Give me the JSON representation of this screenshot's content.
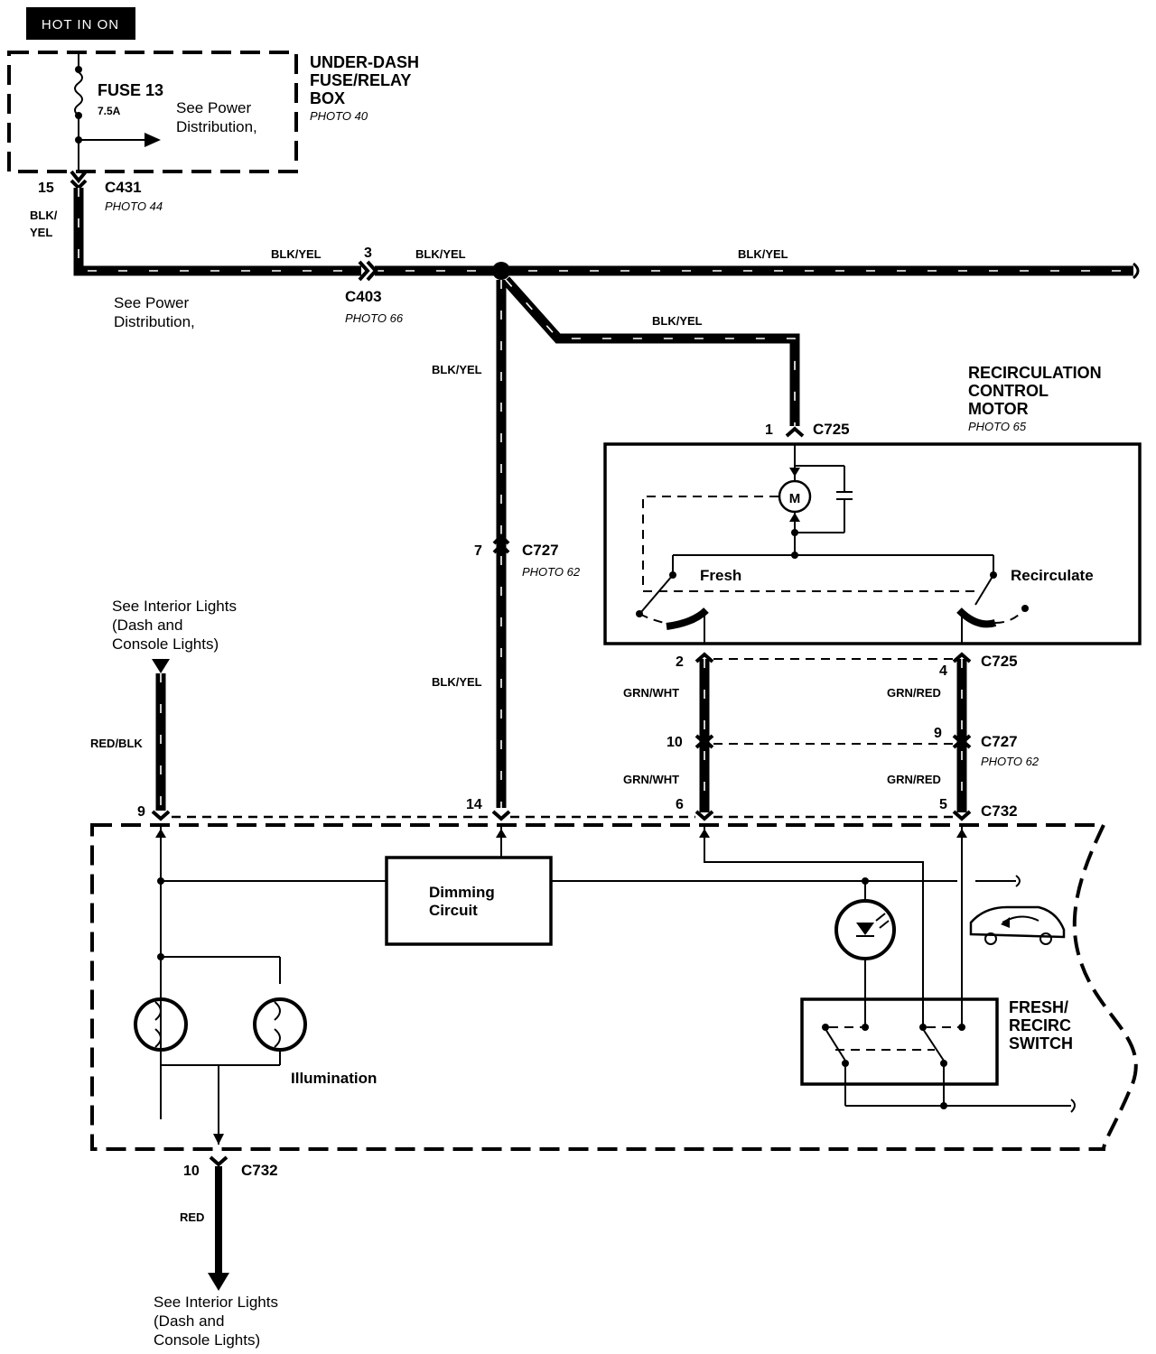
{
  "badge": "HOT IN ON",
  "fuse_box": {
    "title_lines": [
      "UNDER-DASH",
      "FUSE/RELAY",
      "BOX"
    ],
    "photo": "PHOTO 40",
    "fuse_name": "FUSE 13",
    "fuse_rating": "7.5A",
    "ref_lines": [
      "See Power",
      "Distribution,"
    ]
  },
  "connectors": {
    "c431": {
      "name": "C431",
      "photo": "PHOTO 44",
      "pin": "15"
    },
    "c403": {
      "name": "C403",
      "photo": "PHOTO 66",
      "pin": "3"
    },
    "c725_top": {
      "name": "C725",
      "pin": "1"
    },
    "c727_left": {
      "name": "C727",
      "photo": "PHOTO 62",
      "pin": "7"
    },
    "c725_bottom": {
      "name": "C725",
      "pin_left": "2",
      "pin_right": "4"
    },
    "c727_right": {
      "name": "C727",
      "photo": "PHOTO 62",
      "pin_left": "10",
      "pin_right": "9"
    },
    "c732_top": {
      "name": "C732",
      "pins": [
        "9",
        "14",
        "6",
        "5"
      ]
    },
    "c732_bottom": {
      "name": "C732",
      "pin": "10"
    }
  },
  "wires": {
    "blk_yel_vertical": "BLK/",
    "blk_yel_vertical_2": "YEL",
    "blk_yel": "BLK/YEL",
    "red_blk": "RED/BLK",
    "grn_wht": "GRN/WHT",
    "grn_red": "GRN/RED",
    "red": "RED"
  },
  "refs": {
    "power_dist_lines": [
      "See Power",
      "Distribution,"
    ],
    "interior_top_lines": [
      "See Interior Lights",
      "(Dash and",
      "Console Lights)"
    ],
    "interior_bottom_lines": [
      "See Interior Lights",
      "(Dash and",
      "Console Lights)"
    ]
  },
  "motor": {
    "title_lines": [
      "RECIRCULATION",
      "CONTROL",
      "MOTOR"
    ],
    "photo": "PHOTO 65",
    "symbol": "M",
    "fresh": "Fresh",
    "recirculate": "Recirculate"
  },
  "switch": {
    "dimming_lines": [
      "Dimming",
      "Circuit"
    ],
    "illumination": "Illumination",
    "title_lines": [
      "FRESH/",
      "RECIRC",
      "SWITCH"
    ]
  }
}
